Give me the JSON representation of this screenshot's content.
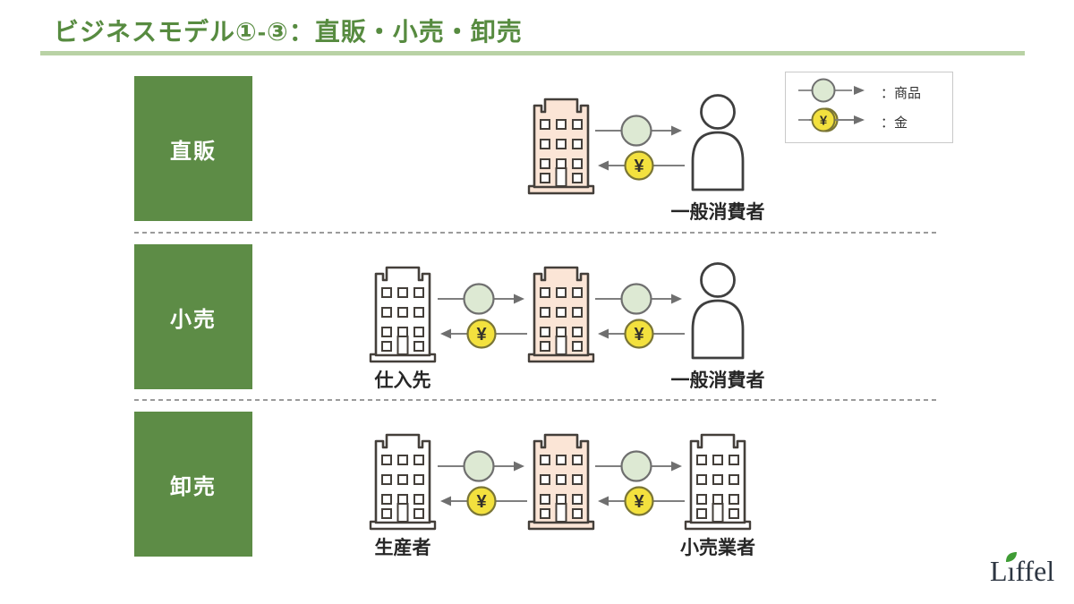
{
  "title": {
    "text": "ビジネスモデル①-③：直販・小売・卸売"
  },
  "legend": {
    "items": [
      {
        "icon": "goods",
        "label": "：商品"
      },
      {
        "icon": "money",
        "label": "：金"
      }
    ]
  },
  "symbols": {
    "money": "¥"
  },
  "rows": [
    {
      "name": "direct-sales",
      "label": "直販",
      "entities": [
        {
          "type": "building",
          "variant": "highlight",
          "label": ""
        },
        {
          "type": "person",
          "variant": "plain",
          "label": "一般消費者"
        }
      ]
    },
    {
      "name": "retail",
      "label": "小売",
      "entities": [
        {
          "type": "building",
          "variant": "plain",
          "label": "仕入先"
        },
        {
          "type": "building",
          "variant": "highlight",
          "label": ""
        },
        {
          "type": "person",
          "variant": "plain",
          "label": "一般消費者"
        }
      ]
    },
    {
      "name": "wholesale",
      "label": "卸売",
      "entities": [
        {
          "type": "building",
          "variant": "plain",
          "label": "生産者"
        },
        {
          "type": "building",
          "variant": "highlight",
          "label": ""
        },
        {
          "type": "building",
          "variant": "plain",
          "label": "小売業者"
        }
      ]
    }
  ],
  "logo": {
    "text": "Liffel",
    "part1": "L",
    "part2": "ı",
    "part3": "ffel"
  },
  "colors": {
    "title_green": "#578b40",
    "underline_green": "#b9d2a5",
    "row_box_green": "#5d8c46",
    "building_highlight_fill": "#fbe5d6",
    "building_plain_fill": "#ffffff",
    "outline_dark": "#443f3a",
    "person_outline": "#3f3f3f",
    "goods_fill": "#dde9d3",
    "goods_stroke": "#6f6f6f",
    "money_fill": "#f3e13e",
    "money_stroke": "#7a7535",
    "arrow_gray": "#7f7f7f",
    "arrowhead_gray": "#6f6f6f",
    "text_dark": "#262626",
    "logo_navy": "#2d3642",
    "leaf_green": "#3f9c35"
  }
}
